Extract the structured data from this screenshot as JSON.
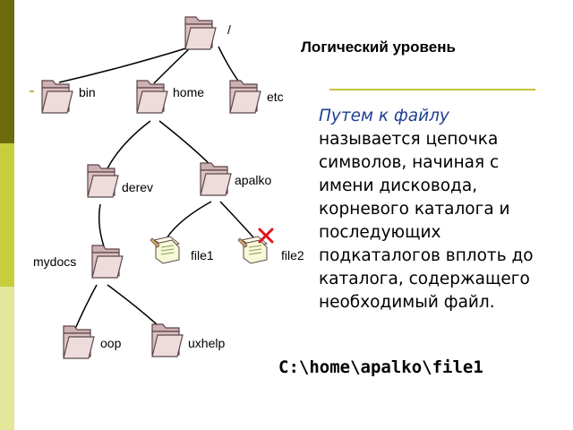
{
  "heading": "Логический уровень",
  "description": {
    "term": "Путем к файлу",
    "rest": " называется цепочка символов, начиная с имени дисковода, корневого каталога и последующих подкаталогов вплоть до каталога, содержащего необходимый файл."
  },
  "example_path": "C:\\home\\apalko\\file1",
  "tree": {
    "root": "/",
    "bin": "bin",
    "home": "home",
    "etc": "etc",
    "derev": "derev",
    "apalko": "apalko",
    "mydocs": "mydocs",
    "file1": "file1",
    "file2": "file2",
    "oop": "oop",
    "uxhelp": "uxhelp"
  },
  "colors": {
    "folder_fill": "#d9bcbe",
    "folder_stroke": "#5a4648",
    "sidebar_dark": "#6b6b0e",
    "sidebar_mid": "#c8cd3c",
    "sidebar_light": "#e2e79a",
    "term_color": "#1f3f8f"
  }
}
